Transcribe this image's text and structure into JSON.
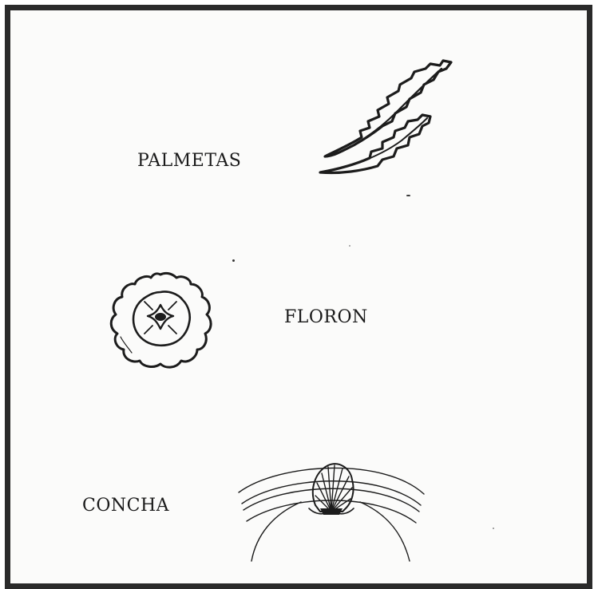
{
  "plate": {
    "frame_color": "#2a2a2a",
    "paper_color": "#fbfbfa",
    "ink_color": "#1c1c1c"
  },
  "items": [
    {
      "id": "palmetas",
      "label": "PALMETAS"
    },
    {
      "id": "floron",
      "label": "FLORON"
    },
    {
      "id": "concha",
      "label": "CONCHA"
    }
  ]
}
